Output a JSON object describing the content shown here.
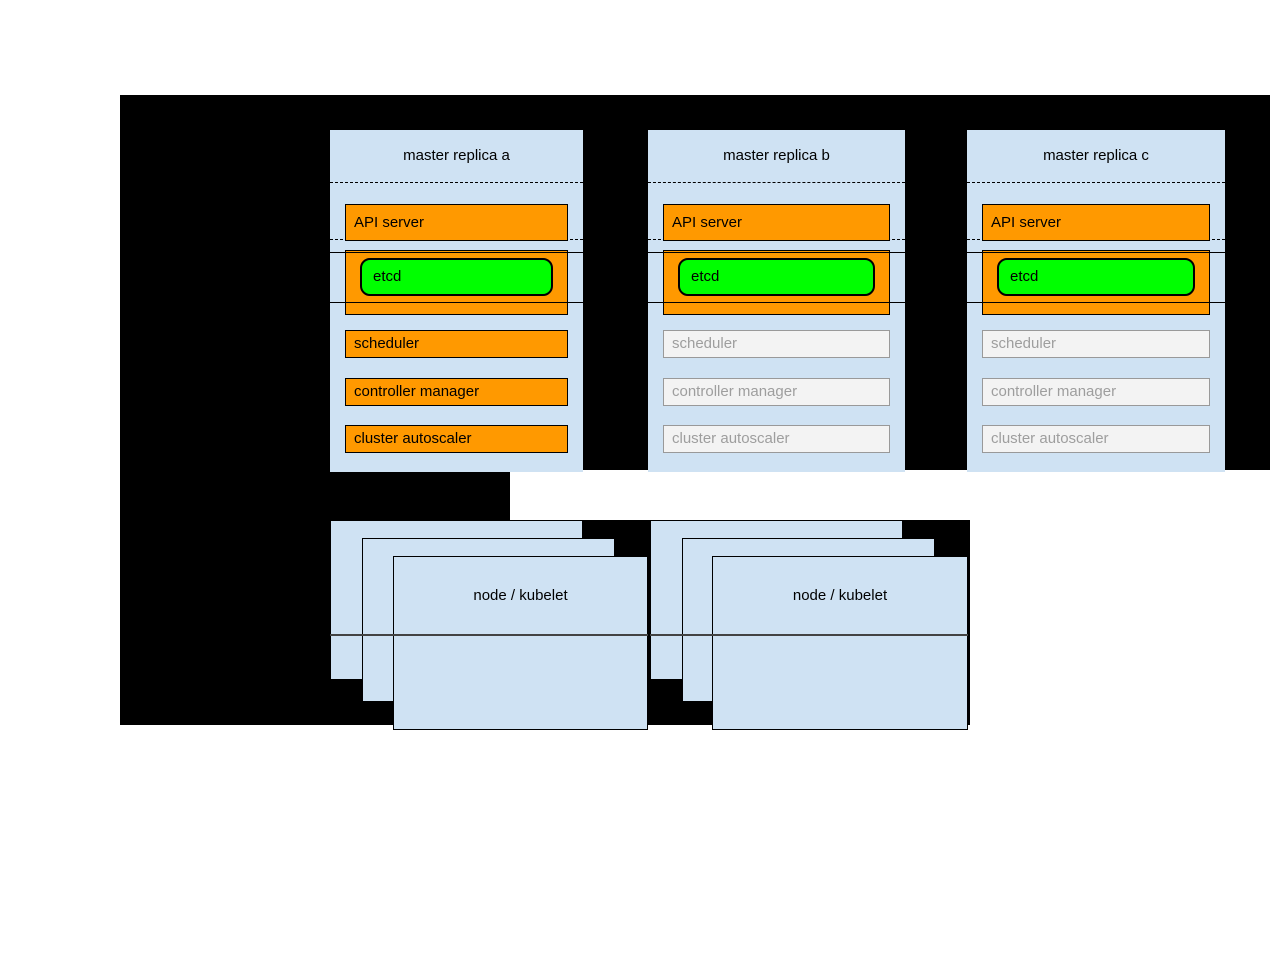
{
  "colors": {
    "backdrop": "#000000",
    "panel_blue": "#cfe2f3",
    "active_orange": "#ff9900",
    "etcd_green": "#00ff00",
    "inactive_fill": "#f3f3f3",
    "inactive_text": "#9e9e9e"
  },
  "masters": [
    {
      "title": "master replica a",
      "api_server": {
        "label": "API server",
        "active": true
      },
      "etcd": {
        "label": "etcd",
        "active": true
      },
      "components": [
        {
          "label": "scheduler",
          "active": true
        },
        {
          "label": "controller manager",
          "active": true
        },
        {
          "label": "cluster autoscaler",
          "active": true
        }
      ]
    },
    {
      "title": "master replica b",
      "api_server": {
        "label": "API server",
        "active": true
      },
      "etcd": {
        "label": "etcd",
        "active": true
      },
      "components": [
        {
          "label": "scheduler",
          "active": false
        },
        {
          "label": "controller manager",
          "active": false
        },
        {
          "label": "cluster autoscaler",
          "active": false
        }
      ]
    },
    {
      "title": "master replica c",
      "api_server": {
        "label": "API server",
        "active": true
      },
      "etcd": {
        "label": "etcd",
        "active": true
      },
      "components": [
        {
          "label": "scheduler",
          "active": false
        },
        {
          "label": "controller manager",
          "active": false
        },
        {
          "label": "cluster autoscaler",
          "active": false
        }
      ]
    }
  ],
  "node_groups": [
    {
      "label": "node / kubelet",
      "stack_count": 3
    },
    {
      "label": "node / kubelet",
      "stack_count": 3
    }
  ]
}
